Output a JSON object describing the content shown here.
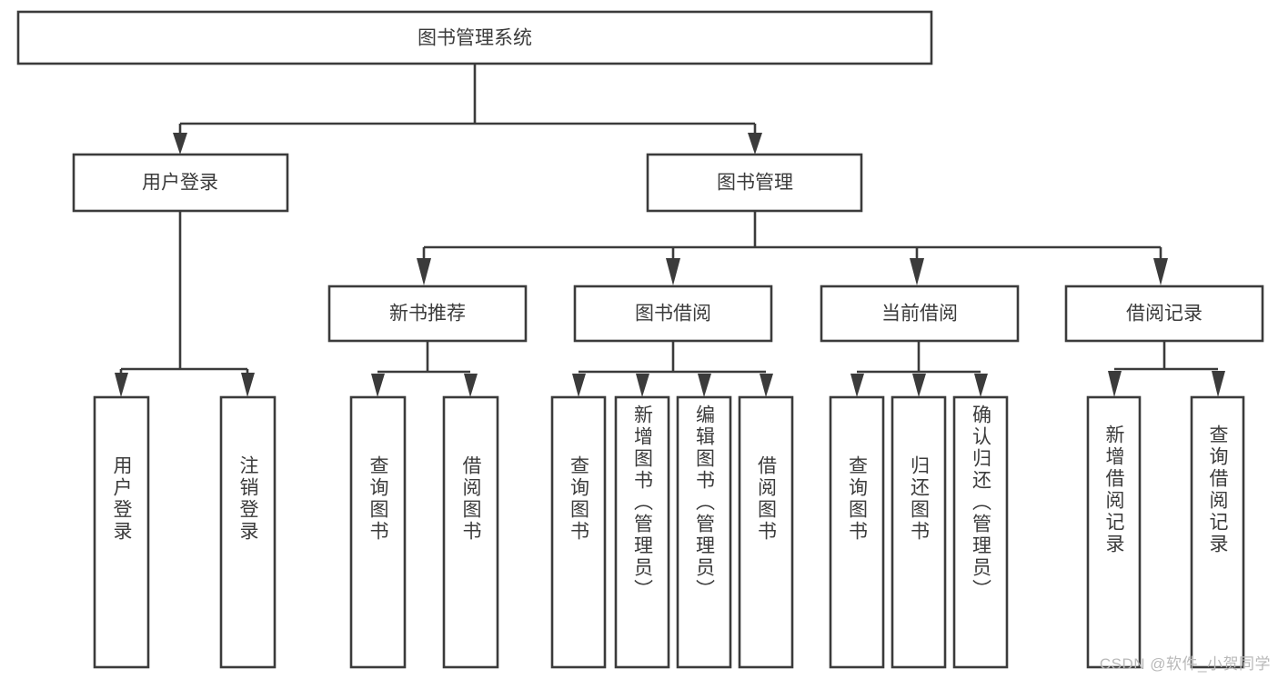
{
  "diagram": {
    "title": "图书管理系统",
    "type": "tree",
    "root": {
      "id": "root",
      "label": "图书管理系统",
      "orientation": "horizontal"
    },
    "level2": [
      {
        "id": "user-login",
        "label": "用户登录",
        "orientation": "horizontal"
      },
      {
        "id": "book-management",
        "label": "图书管理",
        "orientation": "horizontal"
      }
    ],
    "level3": [
      {
        "id": "new-book-recommend",
        "label": "新书推荐",
        "parent": "book-management",
        "orientation": "horizontal"
      },
      {
        "id": "book-borrow",
        "label": "图书借阅",
        "parent": "book-management",
        "orientation": "horizontal"
      },
      {
        "id": "current-borrow",
        "label": "当前借阅",
        "parent": "book-management",
        "orientation": "horizontal"
      },
      {
        "id": "borrow-record",
        "label": "借阅记录",
        "parent": "book-management",
        "orientation": "horizontal"
      }
    ],
    "leaves": [
      {
        "id": "leaf-user-login",
        "label": "用户登录",
        "parent": "user-login",
        "orientation": "vertical"
      },
      {
        "id": "leaf-user-logout",
        "label": "注销登录",
        "parent": "user-login",
        "orientation": "vertical"
      },
      {
        "id": "leaf-query-book-1",
        "label": "查询图书",
        "parent": "new-book-recommend",
        "orientation": "vertical"
      },
      {
        "id": "leaf-borrow-book-1",
        "label": "借阅图书",
        "parent": "new-book-recommend",
        "orientation": "vertical"
      },
      {
        "id": "leaf-query-book-2",
        "label": "查询图书",
        "parent": "book-borrow",
        "orientation": "vertical"
      },
      {
        "id": "leaf-add-book",
        "label": "新增图书（管理员）",
        "parent": "book-borrow",
        "orientation": "vertical"
      },
      {
        "id": "leaf-edit-book",
        "label": "编辑图书（管理员）",
        "parent": "book-borrow",
        "orientation": "vertical"
      },
      {
        "id": "leaf-borrow-book-2",
        "label": "借阅图书",
        "parent": "book-borrow",
        "orientation": "vertical"
      },
      {
        "id": "leaf-query-book-3",
        "label": "查询图书",
        "parent": "current-borrow",
        "orientation": "vertical"
      },
      {
        "id": "leaf-return-book",
        "label": "归还图书",
        "parent": "current-borrow",
        "orientation": "vertical"
      },
      {
        "id": "leaf-confirm-return",
        "label": "确认归还（管理员）",
        "parent": "current-borrow",
        "orientation": "vertical"
      },
      {
        "id": "leaf-add-record",
        "label": "新增借阅记录",
        "parent": "borrow-record",
        "orientation": "vertical"
      },
      {
        "id": "leaf-query-record",
        "label": "查询借阅记录",
        "parent": "borrow-record",
        "orientation": "vertical"
      }
    ]
  },
  "watermark": {
    "text": "CSDN @软件_小贺同学"
  },
  "colors": {
    "stroke": "#3b3b3b",
    "fill": "#ffffff",
    "text": "#3b3b3b",
    "watermark": "#b9b9b9",
    "background": "#ffffff"
  }
}
